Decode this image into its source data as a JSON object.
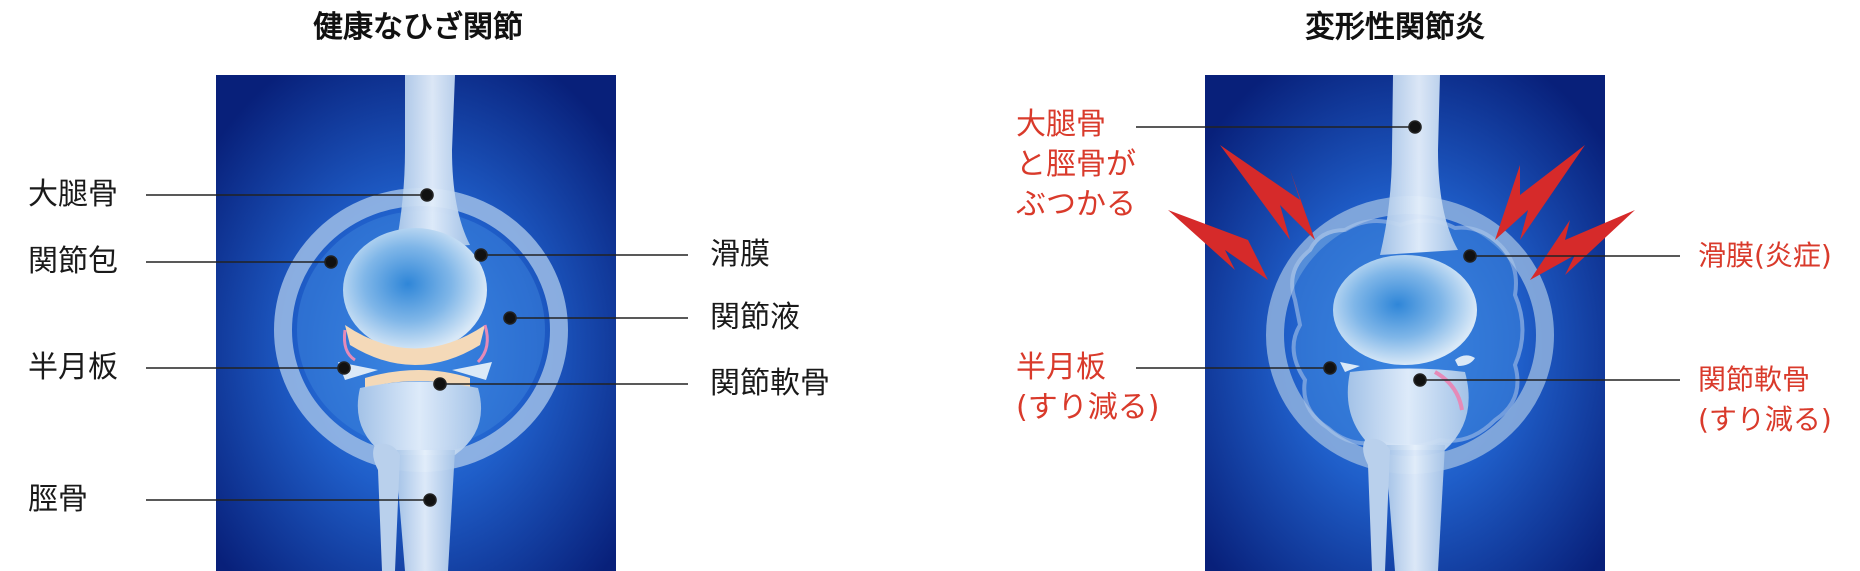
{
  "healthy": {
    "title": "健康なひざ関節",
    "labels": {
      "femur": "大腿骨",
      "capsule": "関節包",
      "meniscus": "半月板",
      "tibia": "脛骨",
      "synovium": "滑膜",
      "fluid": "関節液",
      "cartilage": "関節軟骨"
    }
  },
  "oa": {
    "title": "変形性関節炎",
    "labels": {
      "collision": "大腿骨\nと脛骨が\nぶつかる",
      "meniscus": "半月板\n(すり減る)",
      "synovium": "滑膜(炎症)",
      "cartilage": "関節軟骨\n(すり減る)"
    }
  },
  "colors": {
    "panel_dark": "#0a2a8a",
    "panel_light": "#1f6fd6",
    "bone": "#c9dcf0",
    "cartilage": "#f4d9b8",
    "synovium_pink": "#e58ab8",
    "pain_red": "#d62a2a",
    "label_red": "#d93a2b"
  }
}
